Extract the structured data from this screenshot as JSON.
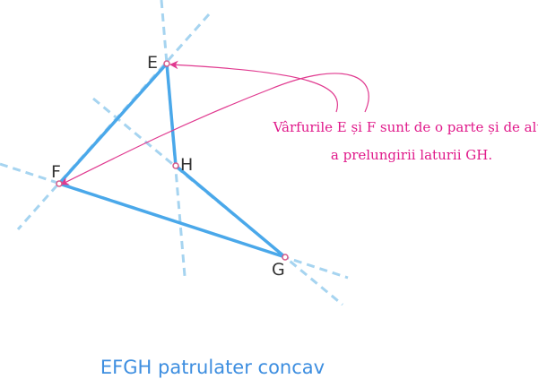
{
  "vertices": {
    "E": "E",
    "F": "F",
    "G": "G",
    "H": "H"
  },
  "annotation": {
    "line1": "Vârfurile E și F sunt de o parte și de alta",
    "line2": "a prelungirii laturii GH."
  },
  "caption": "EFGH patrulater concav",
  "colors": {
    "sides": "#4aa8ea",
    "extensions": "#a6d4f0",
    "arrows": "#e0398f",
    "annotation_text": "#e0198a",
    "caption_text": "#3d8ee0",
    "vertex_point": "#d65a8a"
  }
}
